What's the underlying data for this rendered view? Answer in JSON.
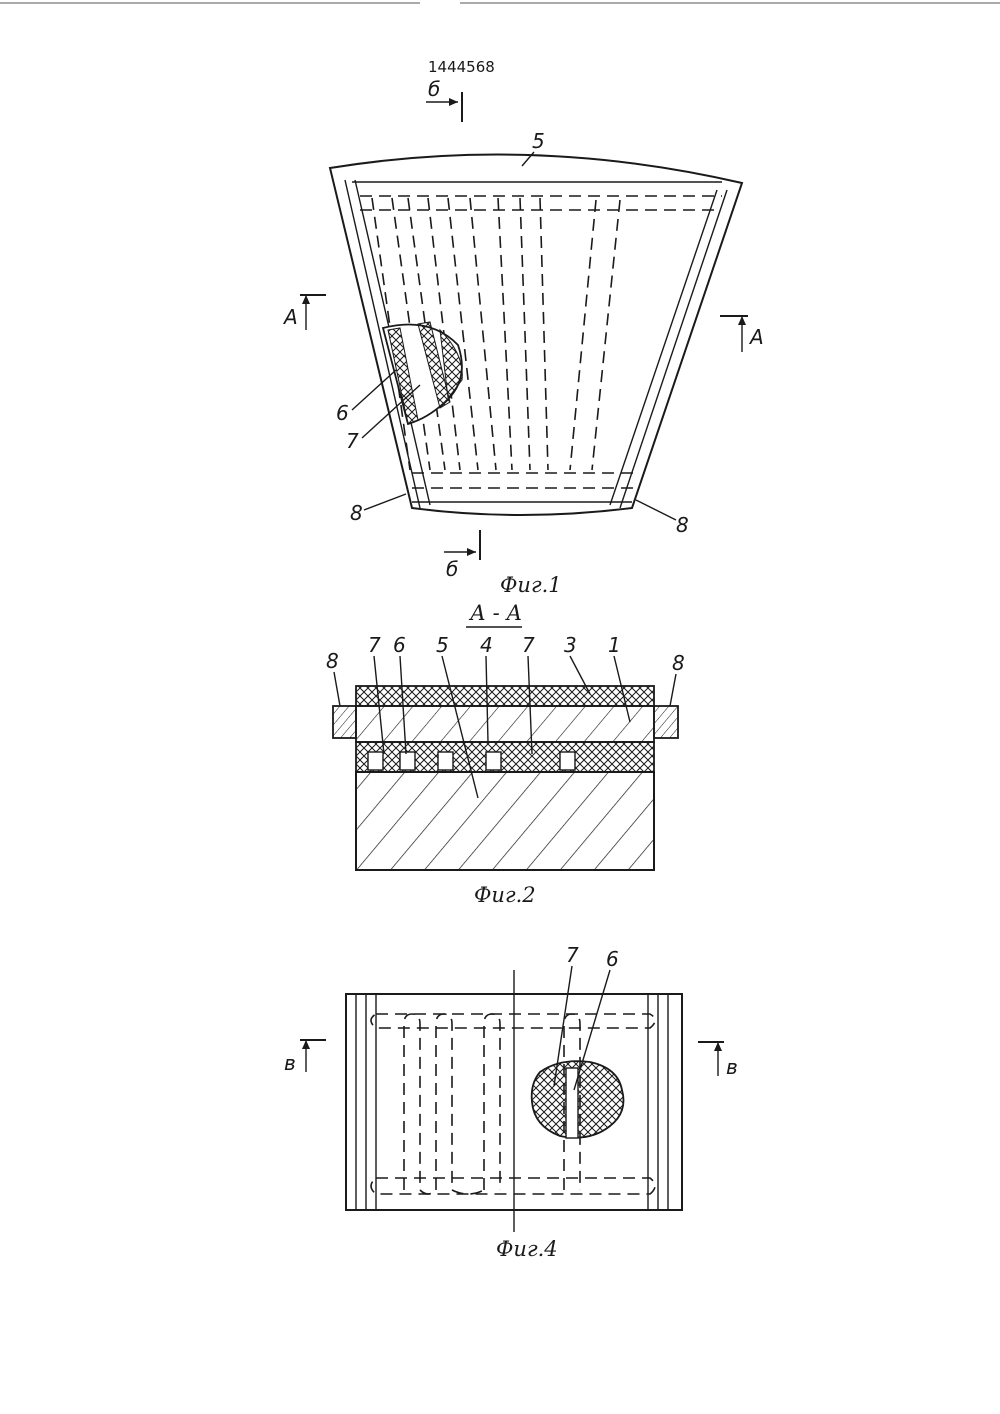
{
  "document": {
    "patent_number": "1444568"
  },
  "figure1": {
    "caption": "Фиг.1",
    "section_b": "б",
    "section_a": "А",
    "labels": {
      "l5": "5",
      "l6": "6",
      "l7": "7",
      "l8": "8"
    }
  },
  "figure2": {
    "caption": "Фиг.2",
    "section_title": "А - А",
    "labels": {
      "l1": "1",
      "l3": "3",
      "l4": "4",
      "l5": "5",
      "l6": "6",
      "l7": "7",
      "l8": "8"
    }
  },
  "figure4": {
    "caption": "Фиг.4",
    "section_v": "в",
    "labels": {
      "l6": "6",
      "l7": "7"
    }
  },
  "colors": {
    "ink": "#1a1a1a",
    "paper": "#ffffff"
  }
}
